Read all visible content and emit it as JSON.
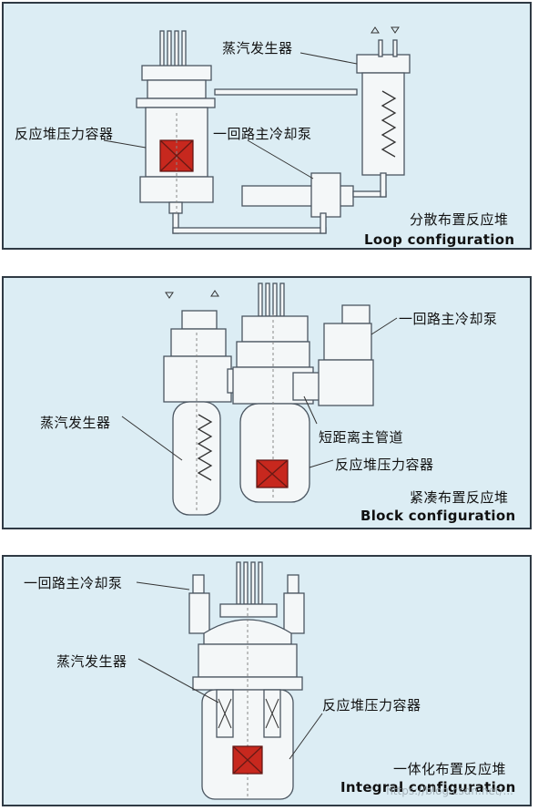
{
  "panels": {
    "loop": {
      "label_sg": "蒸汽发生器",
      "label_rpv": "反应堆压力容器",
      "label_pump": "一回路主冷却泵",
      "caption_cn": "分散布置反应堆",
      "caption_en": "Loop configuration"
    },
    "block": {
      "label_pump": "一回路主冷却泵",
      "label_sg": "蒸汽发生器",
      "label_pipe": "短距离主管道",
      "label_rpv": "反应堆压力容器",
      "caption_cn": "紧凑布置反应堆",
      "caption_en": "Block configuration"
    },
    "integral": {
      "label_pump": "一回路主冷却泵",
      "label_sg": "蒸汽发生器",
      "label_rpv": "反应堆压力容器",
      "caption_cn": "一体化布置反应堆",
      "caption_en": "Integral configuration"
    }
  },
  "watermark": "https://blog.csdn.net/..."
}
